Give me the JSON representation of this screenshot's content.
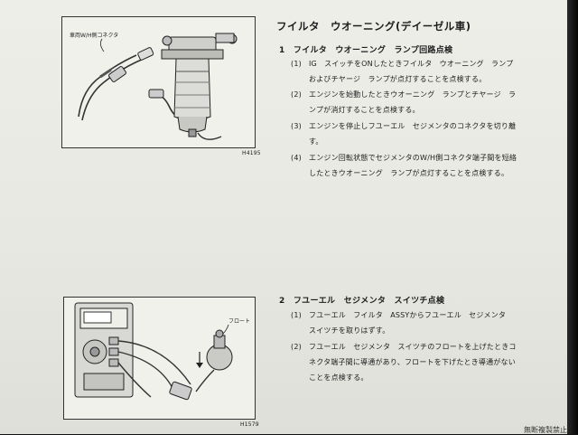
{
  "title": "フイルタ　ウオーニング(デイーゼル車)",
  "figures": {
    "fig1": {
      "callout": "車両W/H側コネクタ",
      "code": "H4195"
    },
    "fig2": {
      "callout": "フロート",
      "code": "H1579"
    }
  },
  "sections": [
    {
      "heading": "1　フイルタ　ウオーニング　ランプ回路点検",
      "items": [
        {
          "num": "(1)",
          "lines": [
            "IG　スイッチをONしたときフイルタ　ウオーニング　ランプ",
            "およびチヤージ　ランプが点灯することを点検する。"
          ]
        },
        {
          "num": "(2)",
          "lines": [
            "エンジンを始動したときウオーニング　ランプとチヤージ　ラ",
            "ンプが消灯することを点検する。"
          ]
        },
        {
          "num": "(3)",
          "lines": [
            "エンジンを停止しフユーエル　セジメンタのコネクタを切り離",
            "す。"
          ]
        },
        {
          "num": "(4)",
          "lines": [
            "エンジン回転状態でセジメンタのW/H側コネクタ端子間を短絡",
            "したときウオーニング　ランプが点灯することを点検する。"
          ]
        }
      ]
    },
    {
      "heading": "2　フユーエル　セジメンタ　スイツチ点検",
      "items": [
        {
          "num": "(1)",
          "lines": [
            "フユーエル　フイルタ　ASSYからフユーエル　セジメンタ",
            "スイツチを取りはずす。"
          ]
        },
        {
          "num": "(2)",
          "lines": [
            "フユーエル　セジメンタ　スイツチのフロートを上げたときコ",
            "ネクタ端子間に導通があり、フロートを下げたとき導通がない",
            "ことを点検する。"
          ]
        }
      ]
    }
  ],
  "footer": "無断複製禁止"
}
